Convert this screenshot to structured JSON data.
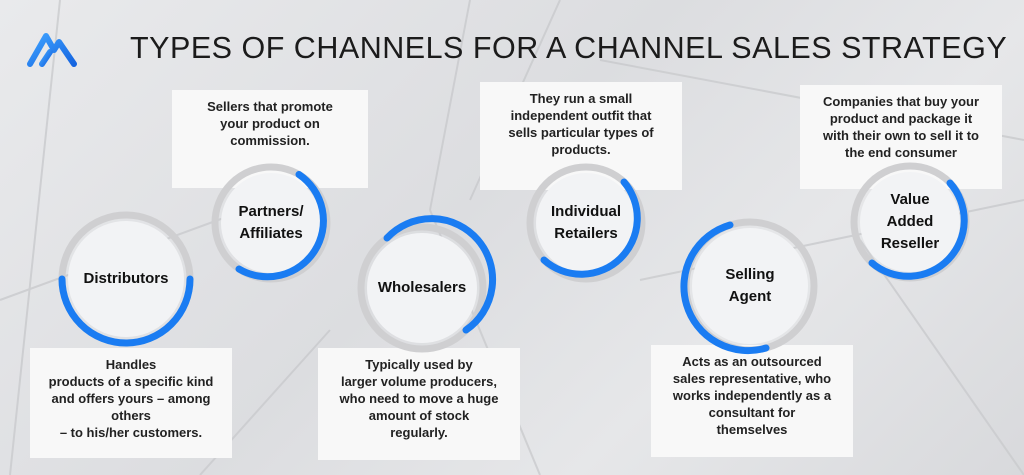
{
  "title": "TYPES OF CHANNELS FOR A CHANNEL SALES STRATEGY",
  "colors": {
    "accent": "#1a7cf2",
    "ring": "#cfcfd1",
    "inner": "#f2f3f5"
  },
  "channels": [
    {
      "label": "Distributors",
      "description": "Handles\nproducts of a specific kind\nand offers yours – among\nothers\n– to his/her customers."
    },
    {
      "label": "Partners/\nAffiliates",
      "description": "Sellers that promote\nyour product on\ncommission."
    },
    {
      "label": "Wholesalers",
      "description": "Typically used by\nlarger volume producers,\nwho need to move a huge\namount of stock\nregularly."
    },
    {
      "label": "Individual\nRetailers",
      "description": "They run a small\nindependent outfit that\nsells particular types of\nproducts."
    },
    {
      "label": "Selling\nAgent",
      "description": "Acts as an outsourced\nsales representative, who\nworks independently as a\nconsultant  for\nthemselves"
    },
    {
      "label": "Value\nAdded\nReseller",
      "description": "Companies that buy your\nproduct and package it\nwith their own to sell it to\nthe end consumer"
    }
  ]
}
